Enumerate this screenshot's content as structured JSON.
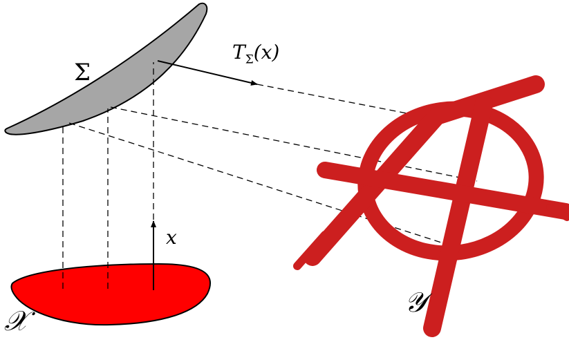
{
  "labels": {
    "reflector": "Σ",
    "map_symbol": "T",
    "map_subscript": "Σ",
    "map_argument": "(x)",
    "ray_point": "x",
    "source_domain": "𝒳",
    "target_domain": "𝒴"
  },
  "colors": {
    "source": "#ff0000",
    "target": "#cc1f1f",
    "reflector_fill": "#a6a6a6",
    "stroke": "#000000",
    "background": "#ffffff"
  }
}
